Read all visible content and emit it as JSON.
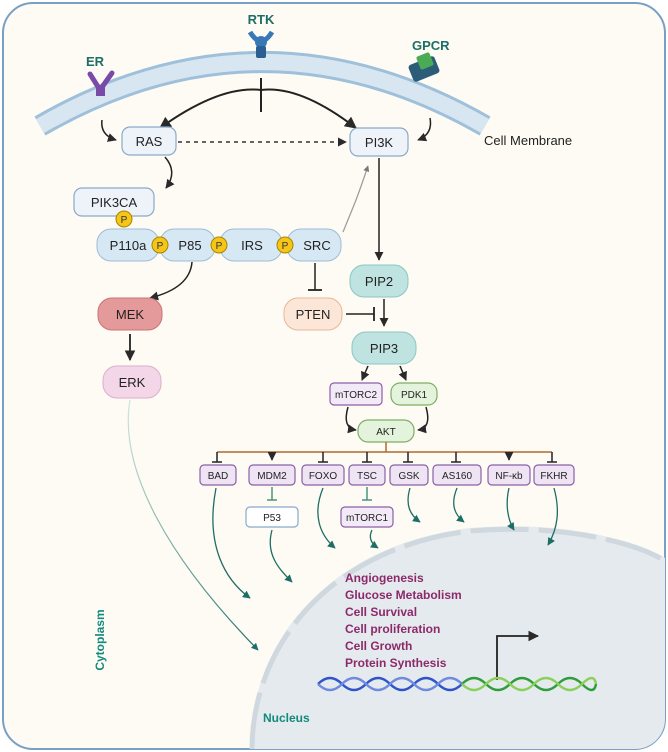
{
  "receptors": {
    "er": "ER",
    "rtk": "RTK",
    "gpcr": "GPCR"
  },
  "membrane": {
    "label": "Cell Membrane"
  },
  "nodes": {
    "ras": "RAS",
    "pi3k": "PI3K",
    "pik3ca": "PIK3CA",
    "p110a": "P110a",
    "p85": "P85",
    "irs": "IRS",
    "src": "SRC",
    "pten": "PTEN",
    "pip2": "PIP2",
    "pip3": "PIP3",
    "mek": "MEK",
    "erk": "ERK",
    "mtorc2": "mTORC2",
    "pdk1": "PDK1",
    "akt": "AKT",
    "p53": "P53",
    "mtorc1": "mTORC1"
  },
  "phospho": "P",
  "akt_targets": [
    "BAD",
    "MDM2",
    "FOXO",
    "TSC",
    "GSK",
    "AS160",
    "NF-κb",
    "FKHR"
  ],
  "outcomes": [
    "Angiogenesis",
    "Glucose Metabolism",
    "Cell Survival",
    "Cell proliferation",
    "Cell Growth",
    "Protein Synthesis"
  ],
  "regions": {
    "cytoplasm": "Cytoplasm",
    "nucleus": "Nucleus"
  },
  "colors": {
    "cell_bg": "#fdfbf3",
    "cell_border": "#7a9fc4",
    "membrane": "#c5dcec",
    "nucleus": "#e5eaee",
    "teal_box": "#bfe3e0",
    "mek": "#e49a9a",
    "erk": "#f3d7e9",
    "pten": "#fce6d8",
    "gold": "#f5c518",
    "outcome_text": "#8c2a6a",
    "teal_text": "#138a7e",
    "akt_bus": "#b06a2e",
    "dna_blue": "#2f53c9",
    "dna_green": "#2e9e3a"
  }
}
